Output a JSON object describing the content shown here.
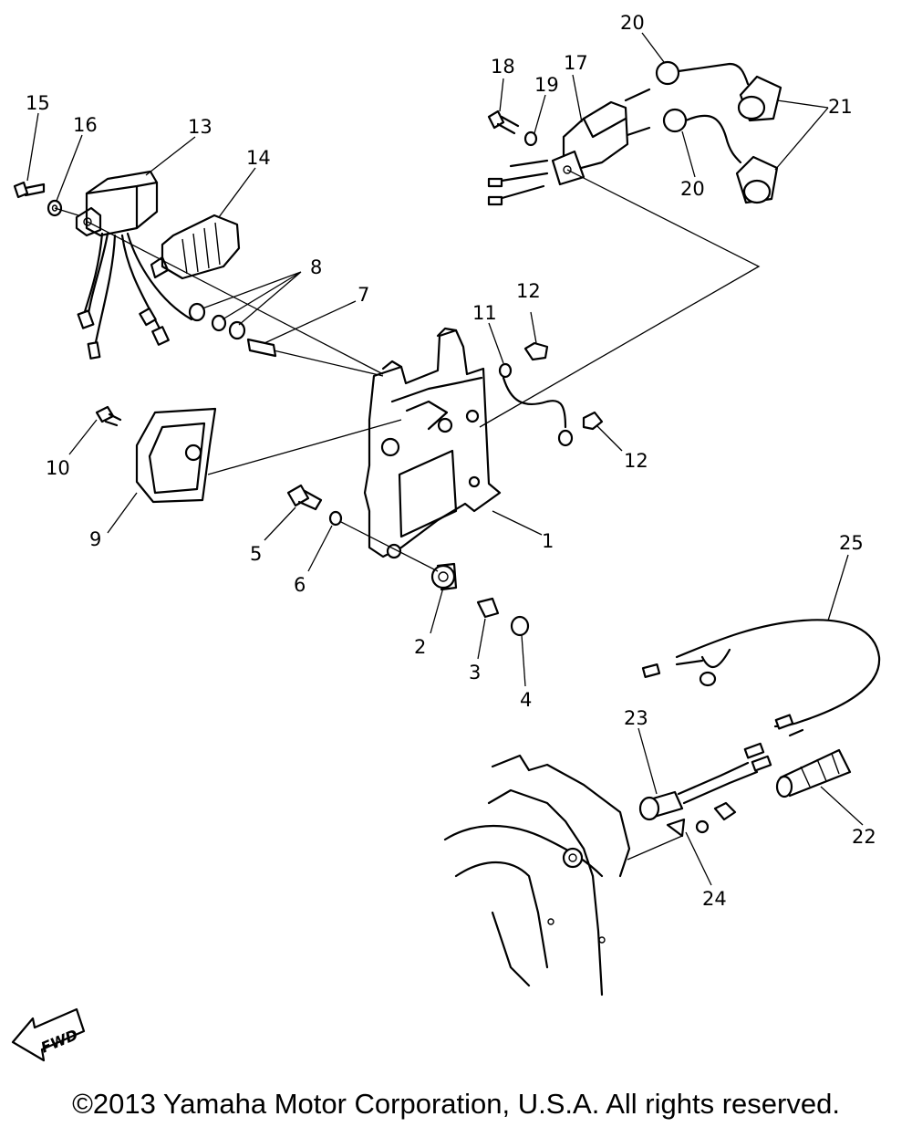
{
  "diagram": {
    "callouts": [
      {
        "id": "1",
        "label": "1"
      },
      {
        "id": "2",
        "label": "2"
      },
      {
        "id": "3",
        "label": "3"
      },
      {
        "id": "4",
        "label": "4"
      },
      {
        "id": "5",
        "label": "5"
      },
      {
        "id": "6",
        "label": "6"
      },
      {
        "id": "7",
        "label": "7"
      },
      {
        "id": "8",
        "label": "8"
      },
      {
        "id": "9",
        "label": "9"
      },
      {
        "id": "10",
        "label": "10"
      },
      {
        "id": "11",
        "label": "11"
      },
      {
        "id": "12a",
        "label": "12"
      },
      {
        "id": "12b",
        "label": "12"
      },
      {
        "id": "13",
        "label": "13"
      },
      {
        "id": "14",
        "label": "14"
      },
      {
        "id": "15",
        "label": "15"
      },
      {
        "id": "16",
        "label": "16"
      },
      {
        "id": "17",
        "label": "17"
      },
      {
        "id": "18",
        "label": "18"
      },
      {
        "id": "19",
        "label": "19"
      },
      {
        "id": "20a",
        "label": "20"
      },
      {
        "id": "20b",
        "label": "20"
      },
      {
        "id": "21",
        "label": "21"
      },
      {
        "id": "22",
        "label": "22"
      },
      {
        "id": "23",
        "label": "23"
      },
      {
        "id": "24",
        "label": "24"
      },
      {
        "id": "25",
        "label": "25"
      }
    ],
    "fwd_label": "FWD"
  },
  "footer": {
    "copyright": "©2013 Yamaha Motor Corporation, U.S.A. All rights reserved."
  }
}
